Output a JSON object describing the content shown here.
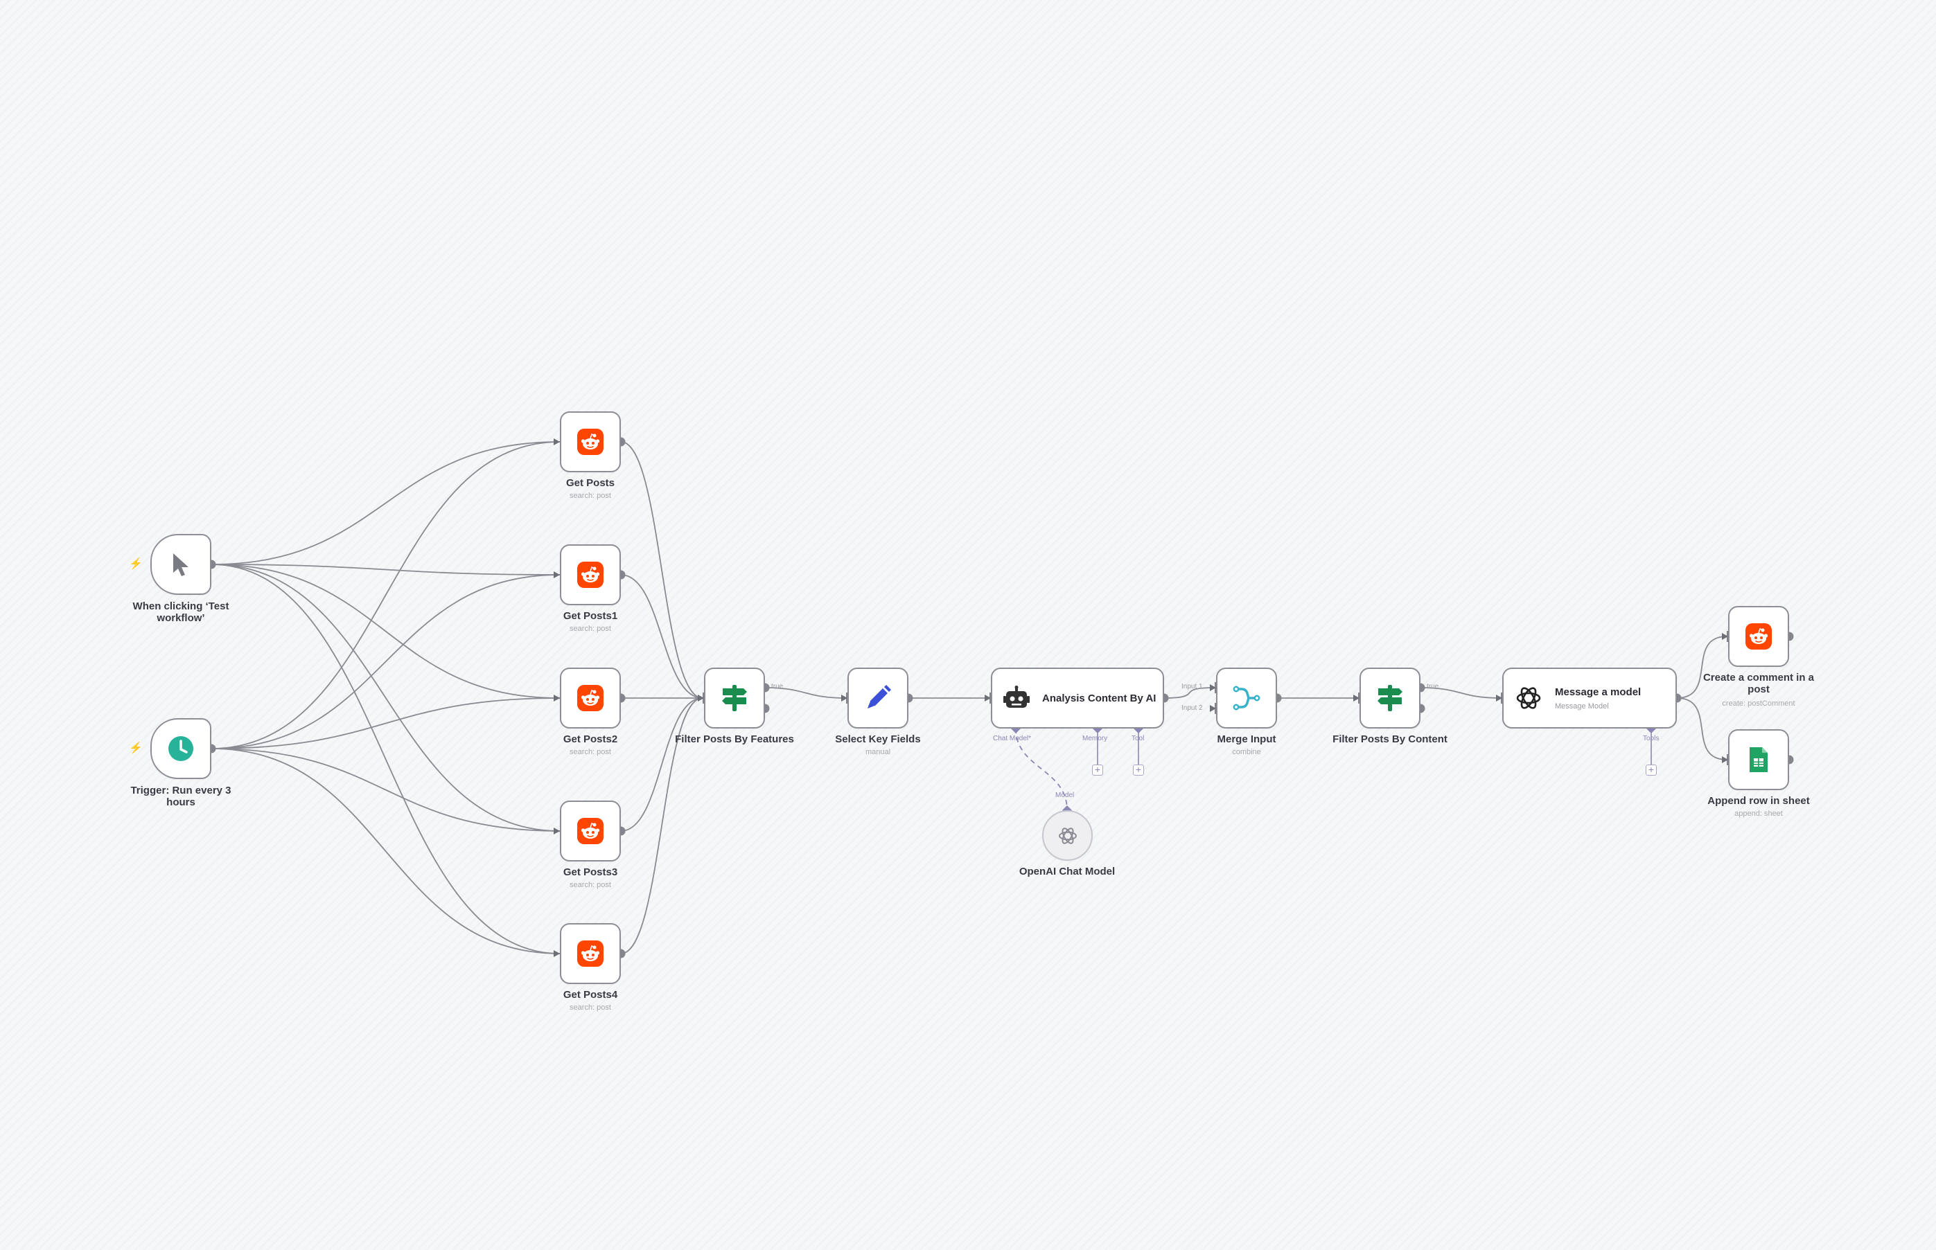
{
  "workflow": {
    "nodes": {
      "manual_trigger": {
        "name": "When clicking ‘Test workflow’",
        "icon": "cursor-pointer-icon"
      },
      "schedule_trigger": {
        "name": "Trigger: Run every 3 hours",
        "icon": "clock-icon",
        "color": "#26b39a"
      },
      "get_posts": {
        "name": "Get Posts",
        "subtitle": "search: post",
        "icon": "reddit-icon"
      },
      "get_posts1": {
        "name": "Get Posts1",
        "subtitle": "search: post",
        "icon": "reddit-icon"
      },
      "get_posts2": {
        "name": "Get Posts2",
        "subtitle": "search: post",
        "icon": "reddit-icon"
      },
      "get_posts3": {
        "name": "Get Posts3",
        "subtitle": "search: post",
        "icon": "reddit-icon"
      },
      "get_posts4": {
        "name": "Get Posts4",
        "subtitle": "search: post",
        "icon": "reddit-icon"
      },
      "filter_features": {
        "name": "Filter Posts By Features",
        "icon": "signpost-icon",
        "output_label": "true"
      },
      "select_fields": {
        "name": "Select Key Fields",
        "subtitle": "manual",
        "icon": "pencil-icon"
      },
      "analysis": {
        "name": "Analysis Content By AI",
        "icon": "robot-icon",
        "ports": {
          "chat_model": "Chat Model*",
          "memory": "Memory",
          "tool": "Tool"
        }
      },
      "openai_chat": {
        "name": "OpenAI Chat Model",
        "icon": "openai-icon",
        "port": "Model"
      },
      "merge": {
        "name": "Merge Input",
        "subtitle": "combine",
        "icon": "merge-icon",
        "input1": "Input 1",
        "input2": "Input 2"
      },
      "filter_content": {
        "name": "Filter Posts By Content",
        "icon": "signpost-icon",
        "output_label": "true"
      },
      "message_model": {
        "name": "Message a model",
        "subtitle": "Message Model",
        "icon": "openai-icon",
        "port": "Tools"
      },
      "create_comment": {
        "name": "Create a comment in a post",
        "subtitle": "create: postComment",
        "icon": "reddit-icon"
      },
      "append_row": {
        "name": "Append row in sheet",
        "subtitle": "append: sheet",
        "icon": "google-sheets-icon"
      }
    }
  },
  "colors": {
    "reddit": "#ff4500",
    "schedule": "#26b39a",
    "filter": "#1a8c4e",
    "pencil": "#3b4fd8",
    "merge": "#38b2c8",
    "sheets": "#1fa463",
    "edge": "#8a8a92",
    "ai_port": "#8a86b6",
    "trigger_bolt": "#ff6d5a"
  }
}
